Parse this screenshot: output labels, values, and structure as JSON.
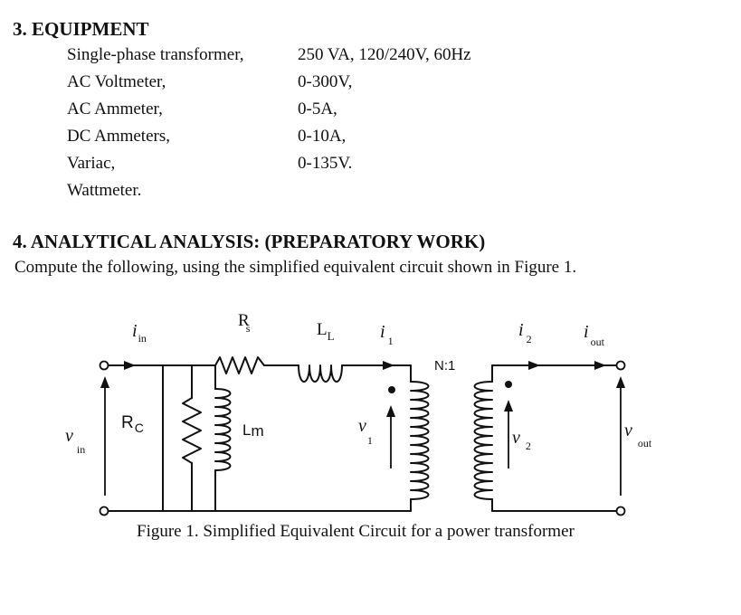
{
  "section3": {
    "heading": "3. EQUIPMENT",
    "items": [
      {
        "name": "Single-phase transformer,",
        "value": "250 VA, 120/240V, 60Hz"
      },
      {
        "name": "AC Voltmeter,",
        "value": "0-300V,"
      },
      {
        "name": "AC Ammeter,",
        "value": "0-5A,"
      },
      {
        "name": "DC Ammeters,",
        "value": "0-10A,"
      },
      {
        "name": "Variac,",
        "value": "0-135V."
      },
      {
        "name": "Wattmeter.",
        "value": ""
      }
    ]
  },
  "section4": {
    "heading": "4. ANALYTICAL ANALYSIS: (PREPARATORY WORK)",
    "intro": "Compute the following, using the simplified equivalent circuit shown in Figure 1."
  },
  "figure": {
    "caption": "Figure 1.  Simplified Equivalent Circuit for a power transformer",
    "labels": {
      "i_in": "i",
      "i_in_sub": "in",
      "rs": "R",
      "rs_sub": "s",
      "ll": "L",
      "ll_sub": "L",
      "i1": "i",
      "i1_sub": "1",
      "i2": "i",
      "i2_sub": "2",
      "i_out": "i",
      "i_out_sub": "out",
      "ratio": "N:1",
      "rc": "R",
      "rc_sub": "C",
      "lm": "L",
      "lm_sub": "m",
      "v_in": "v",
      "v_in_sub": "in",
      "v1": "v",
      "v1_sub": "1",
      "v2": "v",
      "v2_sub": "2",
      "v_out": "v",
      "v_out_sub": "out"
    }
  }
}
